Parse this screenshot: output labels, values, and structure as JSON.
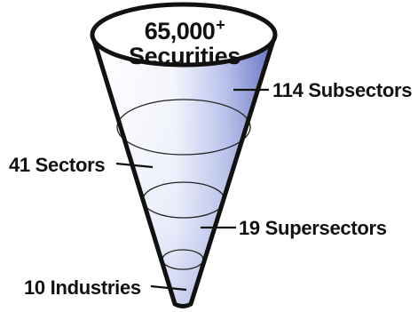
{
  "diagram": {
    "top": {
      "count": "65,000",
      "count_suffix": "+",
      "word": "Securities"
    },
    "levels": [
      {
        "label": "114 Subsectors"
      },
      {
        "label": "41 Sectors"
      },
      {
        "label": "19 Supersectors"
      },
      {
        "label": "10 Industries"
      }
    ]
  },
  "colors": {
    "outline": "#111111",
    "fill_light": "#ffffff",
    "fill_dark": "#6b78c4",
    "ring": "#222222"
  }
}
